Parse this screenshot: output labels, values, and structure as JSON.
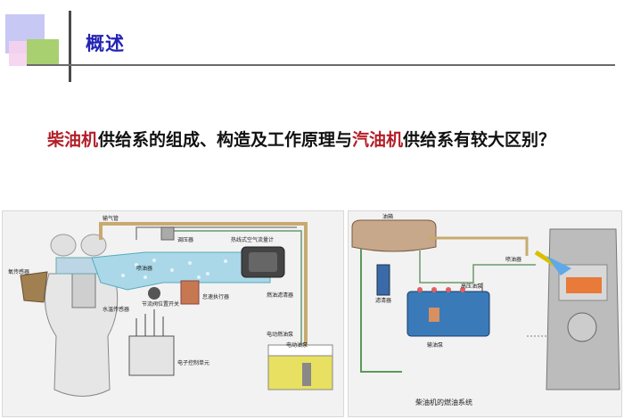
{
  "slide": {
    "title": "概述",
    "question": {
      "part1": "柴油机",
      "part2": "供给系的组成、构造及工作原理与",
      "part3": "汽油机",
      "part4": "供给系有较大区别？"
    }
  },
  "left_diagram": {
    "labels": {
      "exhaust_sensor": "氧传感器",
      "air_tube": "输气管",
      "regulator": "调压器",
      "airflow_meter": "热线式空气流量计",
      "throttle": "节流阀位置开关",
      "idle_actuator": "怠速执行器",
      "water_temp": "水温传感器",
      "ecu": "电子控制单元",
      "fuel_filter": "燃油滤清器",
      "fuel_pump": "电动燃油泵",
      "fuel_pump_2": "电动油泵",
      "injector": "喷油器"
    }
  },
  "right_diagram": {
    "labels": {
      "tank": "油箱",
      "injector": "喷油器",
      "filter": "滤清器",
      "hp_pump": "高压油泵",
      "transfer_pump": "输油泵"
    },
    "caption": "柴油机的燃油系统"
  }
}
